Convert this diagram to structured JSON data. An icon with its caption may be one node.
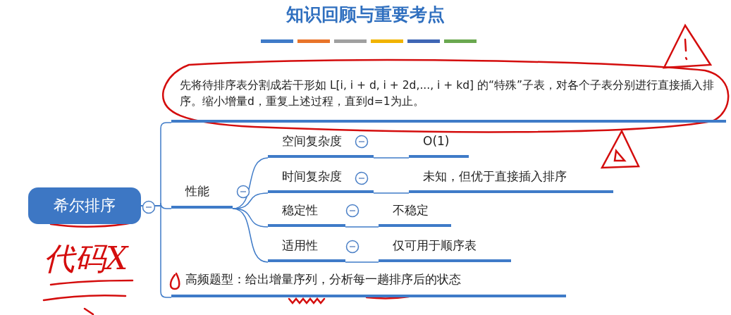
{
  "diagram": {
    "title": "知识回顾与重要考点",
    "nodes": [
      {
        "text": [
          "希尔排序"
        ]
      },
      {
        "text": [
          "先将待排序表分割成若干形如 L[i, i + d, i + 2d,..., i + kd] 的“特殊”子表，对各个子表分别进行直接插入排序。缩小增量d，重复上述过程，直到d=1为止。"
        ]
      },
      {
        "text": [
          "性能"
        ]
      },
      {
        "text": [
          "空间复杂度"
        ]
      },
      {
        "text": [
          "O(1)"
        ]
      },
      {
        "text": [
          "时间复杂度"
        ]
      },
      {
        "text": [
          "未知，但优于直接插入排序"
        ]
      },
      {
        "text": [
          "稳定性"
        ]
      },
      {
        "text": [
          "不稳定"
        ]
      },
      {
        "text": [
          "适用性"
        ]
      },
      {
        "text": [
          "仅可用于顺序表"
        ]
      },
      {
        "text": [
          "高频题型：给出增量序列，分析每一趟排序后的状态"
        ]
      }
    ],
    "edges": [
      {
        "from": 0,
        "to": 1,
        "arrow": "none"
      },
      {
        "from": 0,
        "to": 2,
        "arrow": "none"
      },
      {
        "from": 0,
        "to": 11,
        "arrow": "none"
      },
      {
        "from": 2,
        "to": 3,
        "arrow": "none"
      },
      {
        "from": 2,
        "to": 5,
        "arrow": "none"
      },
      {
        "from": 2,
        "to": 7,
        "arrow": "none"
      },
      {
        "from": 2,
        "to": 9,
        "arrow": "none"
      },
      {
        "from": 3,
        "to": 4,
        "arrow": "none"
      },
      {
        "from": 5,
        "to": 6,
        "arrow": "none"
      },
      {
        "from": 7,
        "to": 8,
        "arrow": "none"
      },
      {
        "from": 9,
        "to": 10,
        "arrow": "none"
      }
    ],
    "labels": [
      "代码X"
    ]
  }
}
